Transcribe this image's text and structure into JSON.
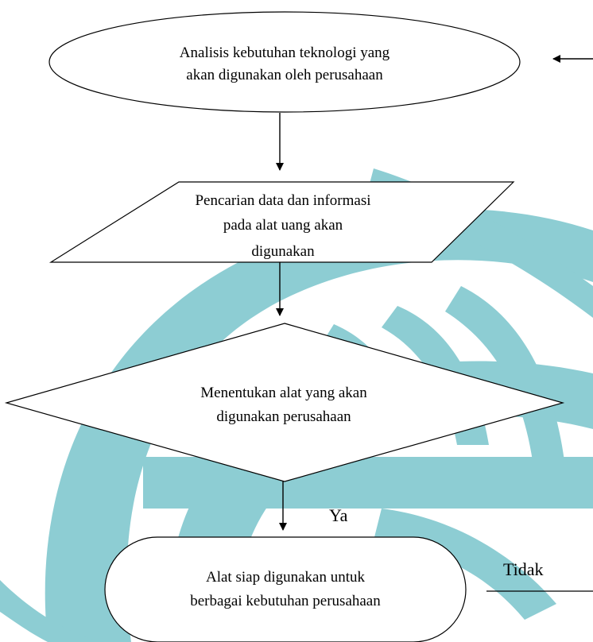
{
  "diagram": {
    "nodes": {
      "start": {
        "shape": "ellipse",
        "lines": [
          "Analisis kebutuhan teknologi yang",
          "akan digunakan oleh perusahaan"
        ]
      },
      "input": {
        "shape": "parallelogram",
        "lines": [
          "Pencarian data dan informasi",
          "pada alat uang akan",
          "digunakan"
        ]
      },
      "decision": {
        "shape": "diamond",
        "lines": [
          "Menentukan alat yang akan",
          "digunakan perusahaan"
        ]
      },
      "end": {
        "shape": "terminator",
        "lines": [
          "Alat siap digunakan untuk",
          "berbagai kebutuhan perusahaan"
        ]
      }
    },
    "labels": {
      "yes": "Ya",
      "no": "Tidak"
    }
  },
  "colors": {
    "watermark": "#8dcdd3",
    "stroke": "#000000",
    "fill": "#ffffff"
  }
}
